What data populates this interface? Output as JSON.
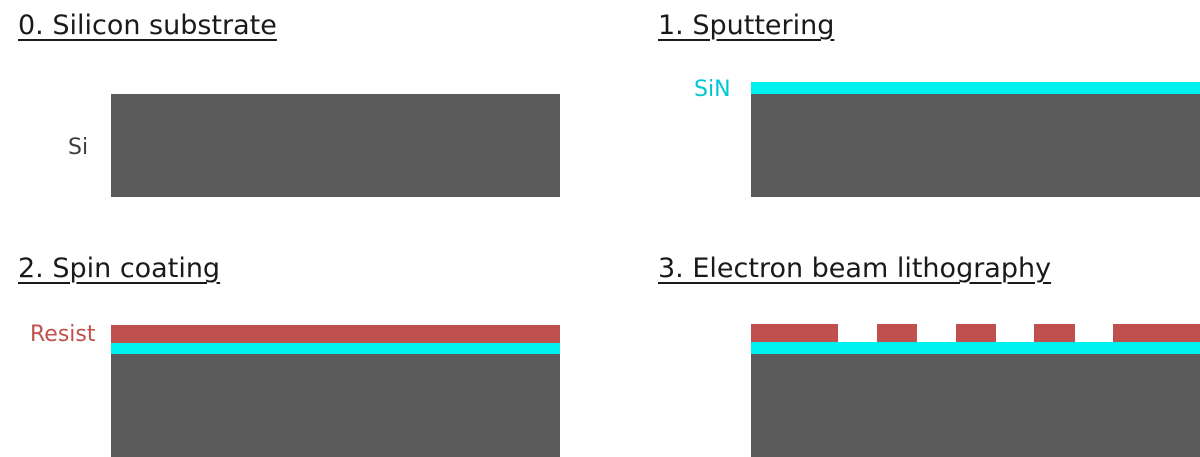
{
  "steps": [
    {
      "title": "0. Silicon substrate"
    },
    {
      "title": "1. Sputtering"
    },
    {
      "title": "2. Spin coating"
    },
    {
      "title": "3. Electron beam lithography"
    }
  ],
  "layer_labels": {
    "si": "Si",
    "sin": "SiN",
    "resist": "Resist"
  },
  "colors": {
    "silicon": "#5a5a5a",
    "silicon_nitride": "#00f0f0",
    "resist": "#c0504d",
    "sin_label": "#00c8d2"
  }
}
